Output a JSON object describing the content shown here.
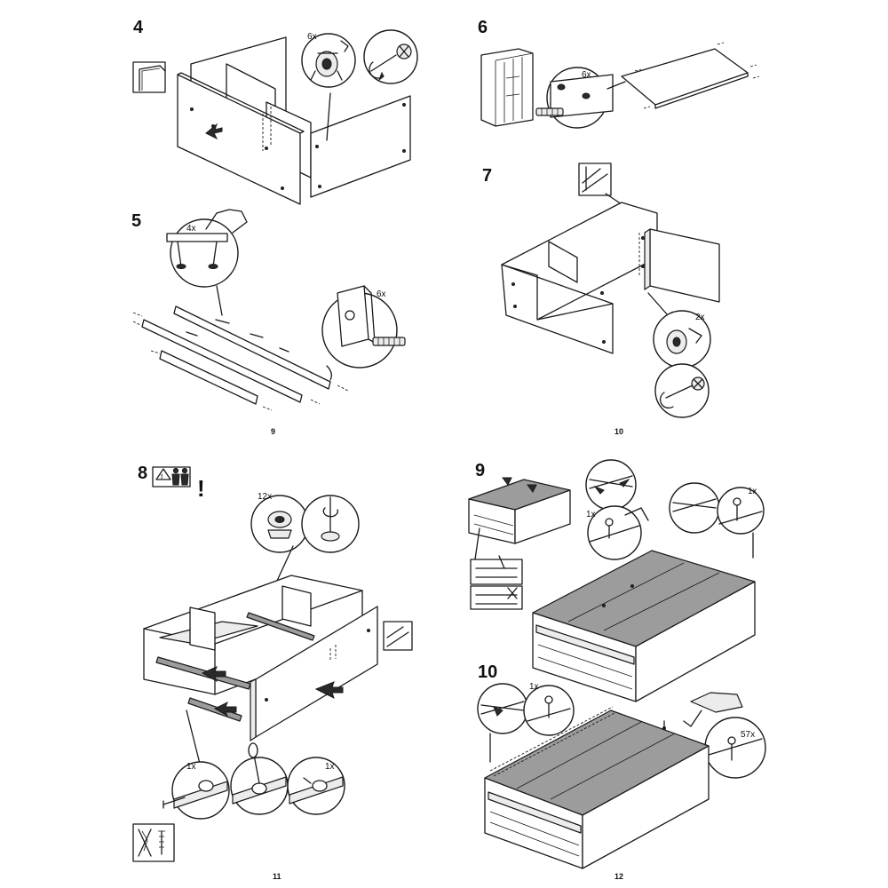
{
  "steps": {
    "s4": {
      "number": "4",
      "qty": "6x"
    },
    "s5": {
      "number": "5",
      "qty_top": "4x",
      "qty_right": "6x"
    },
    "s6": {
      "number": "6",
      "qty": "6x"
    },
    "s7": {
      "number": "7",
      "qty": "2x"
    },
    "s8": {
      "number": "8",
      "qty_top": "12x",
      "qty_a": "1x",
      "qty_b": "1x",
      "warning_mark": "!"
    },
    "s9": {
      "number": "9",
      "qty_a": "1x",
      "qty_b": "1x"
    },
    "s10": {
      "number": "10",
      "qty_a": "1x",
      "qty_b": "57x"
    }
  },
  "page_numbers": {
    "p9": "9",
    "p10": "10",
    "p11": "11",
    "p12": "12"
  },
  "icons": [
    "arrow-icon",
    "rotate-arrow-icon",
    "cam-lock-icon",
    "dowel-icon",
    "hammer-icon",
    "nail-icon",
    "screw-icon",
    "two-person-icon",
    "warning-icon",
    "screwdriver-icon",
    "no-drill-icon"
  ]
}
